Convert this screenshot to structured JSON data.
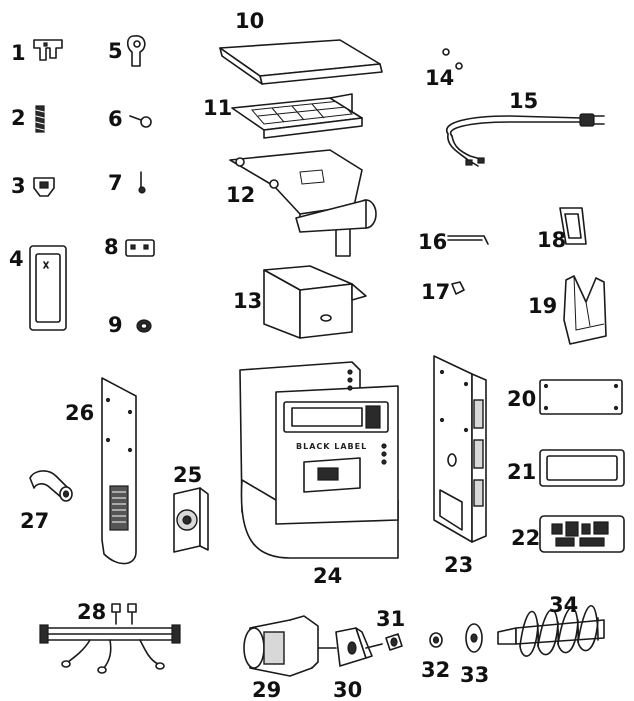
{
  "diagram": {
    "panel_text": "BLACK LABEL",
    "parts": [
      {
        "id": "part-1",
        "label": "1"
      },
      {
        "id": "part-2",
        "label": "2"
      },
      {
        "id": "part-3",
        "label": "3"
      },
      {
        "id": "part-4",
        "label": "4"
      },
      {
        "id": "part-5",
        "label": "5"
      },
      {
        "id": "part-6",
        "label": "6"
      },
      {
        "id": "part-7",
        "label": "7"
      },
      {
        "id": "part-8",
        "label": "8"
      },
      {
        "id": "part-9",
        "label": "9"
      },
      {
        "id": "part-10",
        "label": "10"
      },
      {
        "id": "part-11",
        "label": "11"
      },
      {
        "id": "part-12",
        "label": "12"
      },
      {
        "id": "part-13",
        "label": "13"
      },
      {
        "id": "part-14",
        "label": "14"
      },
      {
        "id": "part-15",
        "label": "15"
      },
      {
        "id": "part-16",
        "label": "16"
      },
      {
        "id": "part-17",
        "label": "17"
      },
      {
        "id": "part-18",
        "label": "18"
      },
      {
        "id": "part-19",
        "label": "19"
      },
      {
        "id": "part-20",
        "label": "20"
      },
      {
        "id": "part-21",
        "label": "21"
      },
      {
        "id": "part-22",
        "label": "22"
      },
      {
        "id": "part-23",
        "label": "23"
      },
      {
        "id": "part-24",
        "label": "24"
      },
      {
        "id": "part-25",
        "label": "25"
      },
      {
        "id": "part-26",
        "label": "26"
      },
      {
        "id": "part-27",
        "label": "27"
      },
      {
        "id": "part-28",
        "label": "28"
      },
      {
        "id": "part-29",
        "label": "29"
      },
      {
        "id": "part-30",
        "label": "30"
      },
      {
        "id": "part-31",
        "label": "31"
      },
      {
        "id": "part-32",
        "label": "32"
      },
      {
        "id": "part-33",
        "label": "33"
      },
      {
        "id": "part-34",
        "label": "34"
      }
    ]
  }
}
